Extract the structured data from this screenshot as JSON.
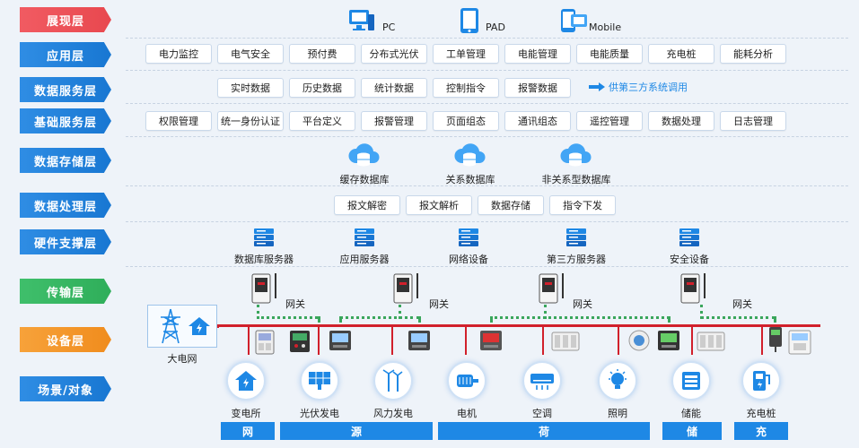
{
  "layers": {
    "display": "展现层",
    "application": "应用层",
    "data_service": "数据服务层",
    "base_service": "基础服务层",
    "data_storage": "数据存储层",
    "data_processing": "数据处理层",
    "hardware": "硬件支撑层",
    "transmission": "传输层",
    "device": "设备层",
    "scene": "场景/对象"
  },
  "display": {
    "pc": "PC",
    "pad": "PAD",
    "mobile": "Mobile"
  },
  "application": [
    "电力监控",
    "电气安全",
    "预付费",
    "分布式光伏",
    "工单管理",
    "电能管理",
    "电能质量",
    "充电桩",
    "能耗分析"
  ],
  "data_service": [
    "实时数据",
    "历史数据",
    "统计数据",
    "控制指令",
    "报警数据"
  ],
  "data_service_note": "供第三方系统调用",
  "base_service": [
    "权限管理",
    "统一身份认证",
    "平台定义",
    "报警管理",
    "页面组态",
    "通讯组态",
    "遥控管理",
    "数据处理",
    "日志管理"
  ],
  "data_storage": [
    "缓存数据库",
    "关系数据库",
    "非关系型数据库"
  ],
  "data_processing": [
    "报文解密",
    "报文解析",
    "数据存储",
    "指令下发"
  ],
  "hardware": [
    "数据库服务器",
    "应用服务器",
    "网络设备",
    "第三方服务器",
    "安全设备"
  ],
  "gateway_label": "网关",
  "grid_label": "大电网",
  "scenes": [
    "变电所",
    "光伏发电",
    "风力发电",
    "电机",
    "空调",
    "照明",
    "储能",
    "充电桩"
  ],
  "categories": [
    "网",
    "源",
    "荷",
    "储",
    "充"
  ],
  "colors": {
    "accent_blue": "#1e88e5",
    "bus_red": "#d1202b",
    "link_green": "#3aa65c"
  }
}
